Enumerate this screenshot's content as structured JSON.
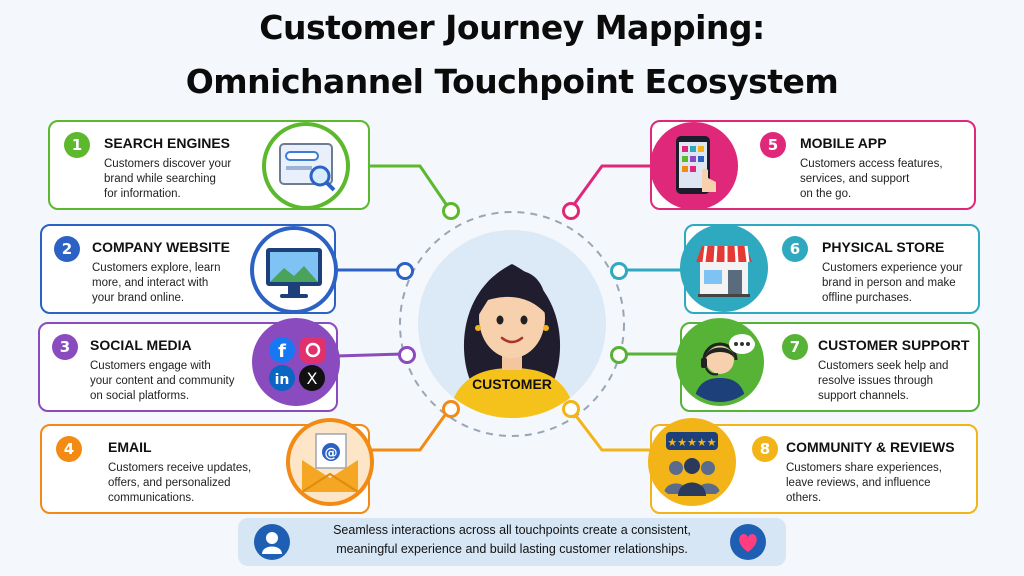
{
  "title_line1": "Customer Journey Mapping:",
  "title_line2": "Omnichannel Touchpoint Ecosystem",
  "center_label": "CUSTOMER",
  "banner": {
    "line1": "Seamless interactions across all touchpoints create a consistent,",
    "line2": "meaningful experience and build lasting customer relationships."
  },
  "touchpoints": [
    {
      "num": "1",
      "title": "SEARCH ENGINES",
      "desc": [
        "Customers discover your",
        "brand while searching",
        "for information."
      ],
      "color": "#5cb82d"
    },
    {
      "num": "2",
      "title": "COMPANY WEBSITE",
      "desc": [
        "Customers explore, learn",
        "more, and interact with",
        "your brand online."
      ],
      "color": "#2b62c4"
    },
    {
      "num": "3",
      "title": "SOCIAL MEDIA",
      "desc": [
        "Customers engage with",
        "your content and community",
        "on social platforms."
      ],
      "color": "#8a4bbf"
    },
    {
      "num": "4",
      "title": "EMAIL",
      "desc": [
        "Customers receive updates,",
        "offers, and personalized",
        "communications."
      ],
      "color": "#f28a14"
    },
    {
      "num": "5",
      "title": "MOBILE APP",
      "desc": [
        "Customers access features,",
        "services, and support",
        "on the go."
      ],
      "color": "#e0287a"
    },
    {
      "num": "6",
      "title": "PHYSICAL STORE",
      "desc": [
        "Customers experience your",
        "brand in person and make",
        "offline purchases."
      ],
      "color": "#2fa9bf"
    },
    {
      "num": "7",
      "title": "CUSTOMER SUPPORT",
      "desc": [
        "Customers seek help and",
        "resolve issues through",
        "support channels."
      ],
      "color": "#56b336"
    },
    {
      "num": "8",
      "title": "COMMUNITY & REVIEWS",
      "desc": [
        "Customers share experiences,",
        "leave reviews, and influence",
        "others."
      ],
      "color": "#f2b416"
    }
  ]
}
